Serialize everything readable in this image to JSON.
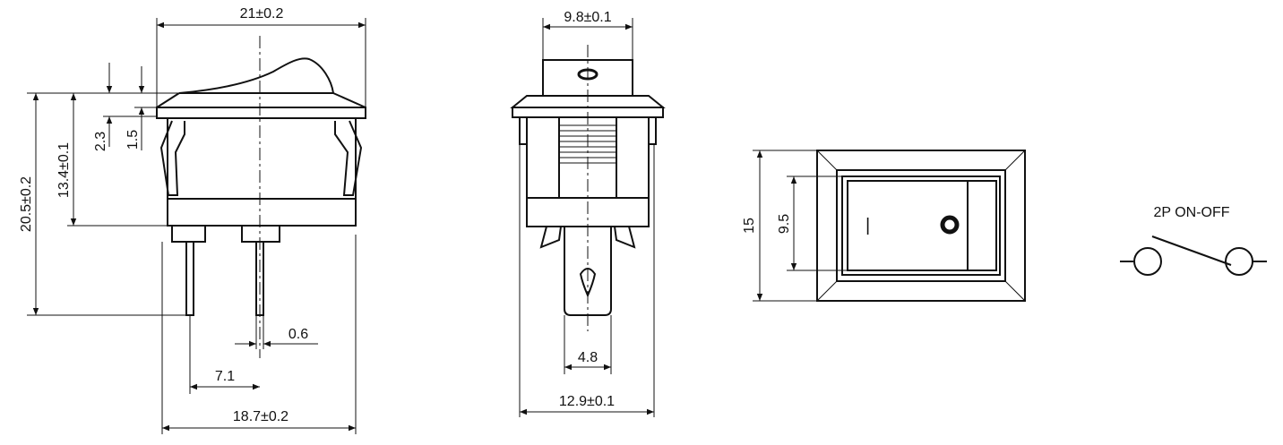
{
  "dimensions": {
    "side_overall_width": "21±0.2",
    "side_height_total": "20.5±0.2",
    "side_body_height": "13.4±0.1",
    "side_rocker_rise": "2.3",
    "side_flange": "1.5",
    "side_pin_thickness": "0.6",
    "side_pin_pitch": "7.1",
    "side_bottom_width": "18.7±0.2",
    "front_top_width": "9.8±0.1",
    "front_terminal_width": "4.8",
    "front_bottom_width": "12.9±0.1",
    "cutout_height": "15",
    "cutout_window": "9.5"
  },
  "schematic": {
    "label": "2P  ON-OFF"
  },
  "rocker_marks": {
    "off": "|"
  }
}
